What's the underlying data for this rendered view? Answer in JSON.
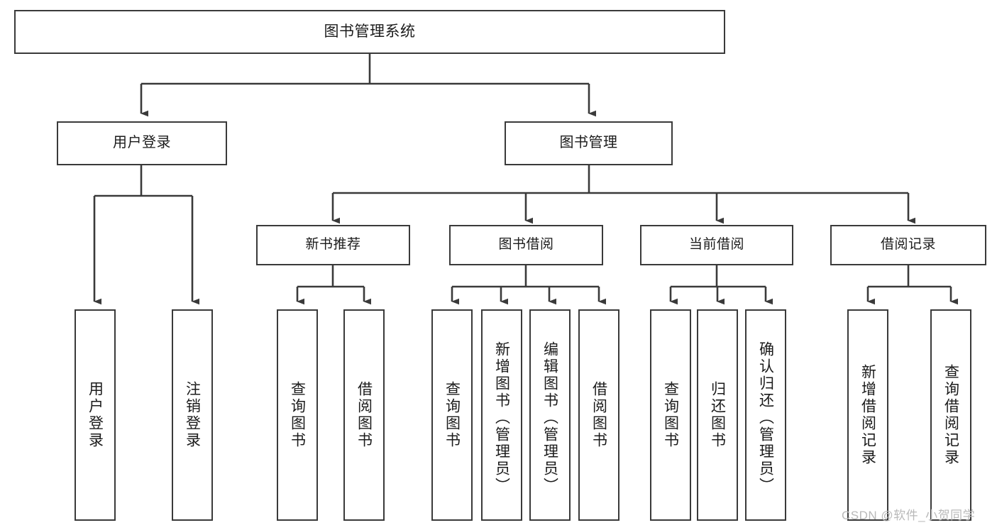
{
  "diagram": {
    "type": "tree",
    "title": "图书管理系统",
    "orientation": "top-down",
    "colors": {
      "box_border": "#3a3a3a",
      "box_fill": "#ffffff",
      "connector": "#3a3a3a",
      "text": "#1b1b1b",
      "watermark": "#b9b9b9"
    },
    "root": {
      "label": "图书管理系统"
    },
    "level1": [
      {
        "label": "用户登录"
      },
      {
        "label": "图书管理"
      }
    ],
    "level2": [
      {
        "label": "新书推荐"
      },
      {
        "label": "图书借阅"
      },
      {
        "label": "当前借阅"
      },
      {
        "label": "借阅记录"
      }
    ],
    "leaves": {
      "user_login": [
        {
          "label": "用户登录"
        },
        {
          "label": "注销登录"
        }
      ],
      "new_book_recommend": [
        {
          "label": "查询图书"
        },
        {
          "label": "借阅图书"
        }
      ],
      "book_borrow": [
        {
          "label": "查询图书"
        },
        {
          "label": "新增图书（管理员）"
        },
        {
          "label": "编辑图书（管理员）"
        },
        {
          "label": "借阅图书"
        }
      ],
      "current_borrow": [
        {
          "label": "查询图书"
        },
        {
          "label": "归还图书"
        },
        {
          "label": "确认归还（管理员）"
        }
      ],
      "borrow_record": [
        {
          "label": "新增借阅记录"
        },
        {
          "label": "查询借阅记录"
        }
      ]
    }
  },
  "watermark": {
    "text": "CSDN @软件_小贺同学"
  }
}
